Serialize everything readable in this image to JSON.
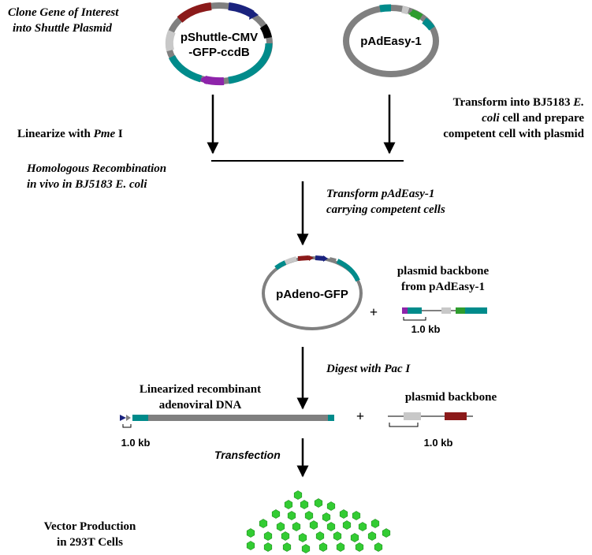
{
  "texts": {
    "clone_line1": "Clone Gene of Interest",
    "clone_line2": "into Shuttle Plasmid",
    "pshuttle_line1": "pShuttle-CMV",
    "pshuttle_line2": "-GFP-ccdB",
    "padeasy": "pAdEasy-1",
    "transform_line1_a": "Transform into BJ5183 ",
    "transform_line1_b": "E.",
    "transform_line2_a": "coli",
    "transform_line2_b": " cell and prepare",
    "transform_line3": "competent cell with plasmid",
    "linearize_a": "Linearize with ",
    "linearize_b": "Pme",
    "linearize_c": " I",
    "homologous_line1": "Homologous Recombination",
    "homologous_line2": "in vivo in BJ5183 E. coli",
    "transform2_line1": "Transform pAdEasy-1",
    "transform2_line2": "carrying competent cells",
    "padeno": "pAdeno-GFP",
    "plus1": "+",
    "backbone1_line1": "plasmid backbone",
    "backbone1_line2": "from pAdEasy-1",
    "kb1": "1.0 kb",
    "digest": "Digest with Pac I",
    "linearized_line1": "Linearized recombinant",
    "linearized_line2": "adenoviral DNA",
    "plus2": "+",
    "backbone2": "plasmid backbone",
    "kb2": "1.0 kb",
    "kb3": "1.0 kb",
    "transfection": "Transfection",
    "vector_line1": "Vector Production",
    "vector_line2": "in 293T Cells"
  },
  "colors": {
    "dark_red": "#8b1a1a",
    "navy": "#1a237e",
    "teal": "#008b8b",
    "grey": "#808080",
    "light_grey": "#c8c8c8",
    "purple": "#8e24aa",
    "green": "#2e9d2e",
    "cell_green": "#33cc33"
  }
}
